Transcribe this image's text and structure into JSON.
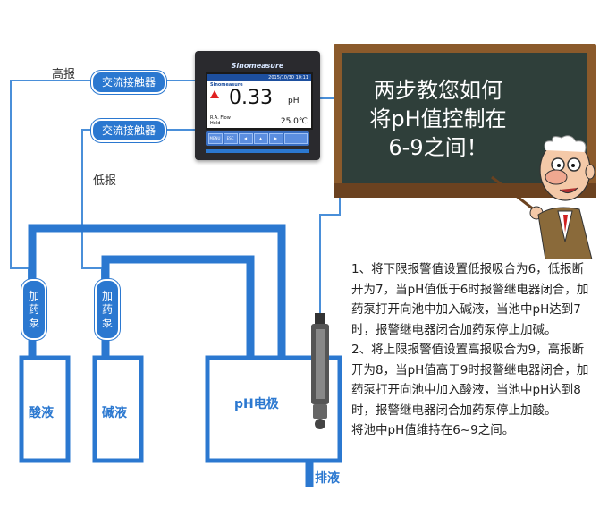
{
  "relays": {
    "high": {
      "label": "交流接触器"
    },
    "low": {
      "label": "交流接触器"
    }
  },
  "alarm_labels": {
    "high": "高报",
    "low": "低报"
  },
  "pumps": [
    {
      "chars": [
        "加",
        "药",
        "泵"
      ]
    },
    {
      "chars": [
        "加",
        "药",
        "泵"
      ]
    }
  ],
  "tanks": {
    "acid": "酸液",
    "base": "碱液"
  },
  "electrode_label": "pH电极",
  "drain_label": "排液",
  "meter": {
    "brand": "Sinomeasure",
    "screen_bar_text": "2015/10/30 10:11",
    "screen_brand": "Sinomeasure",
    "ph_value": "0.33",
    "ph_unit": "pH",
    "temperature": "25.0℃",
    "left_status": [
      "R.A. Flow",
      "Hold"
    ],
    "keys": [
      "MENU",
      "ESC",
      "◀",
      "▲",
      "▶",
      ""
    ]
  },
  "board": {
    "lines": [
      "两步教您如何",
      "将pH值控制在",
      "6-9之间！"
    ]
  },
  "instructions": [
    "1、将下限报警值设置低报吸合为6，低报断开为7，当pH值低于6时报警继电器闭合，加药泵打开向池中加入碱液，当池中pH达到7时，报警继电器闭合加药泵停止加碱。",
    "2、将上限报警值设置高报吸合为9，高报断开为8，当pH值高于9时报警继电器闭合，加药泵打开向池中加入酸液，当池中pH达到8时，报警继电器闭合加药泵停止加酸。",
    "将池中pH值维持在6~9之间。"
  ],
  "colors": {
    "pipe": "#2b78d0",
    "wire": "#4a8fd9",
    "board_frame": "#8b5a2b",
    "board_surface": "#2f3f3a"
  }
}
